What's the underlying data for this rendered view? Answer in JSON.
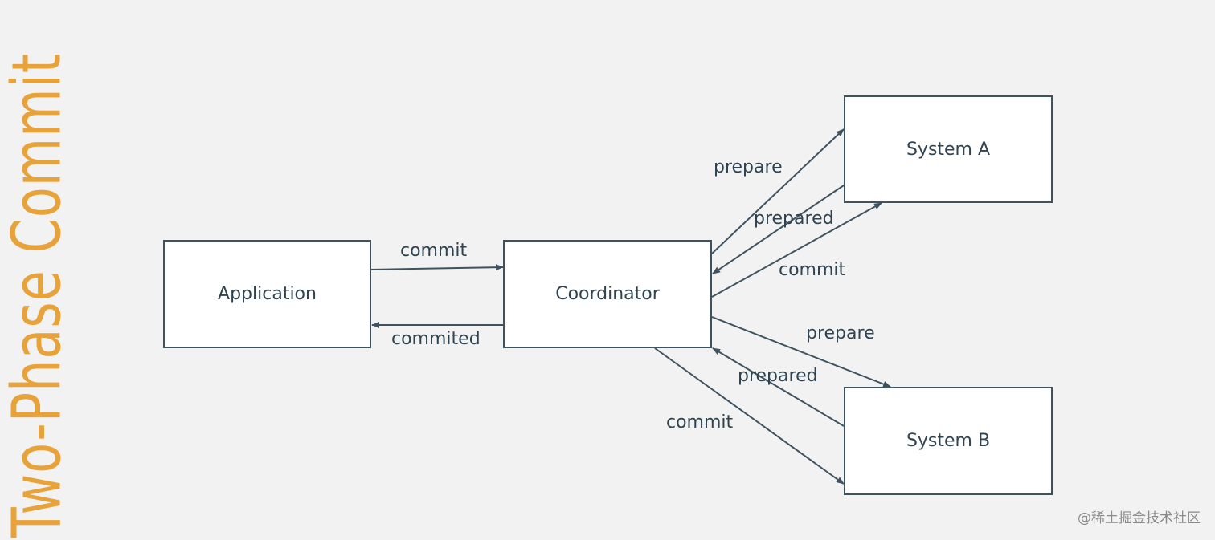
{
  "title": "Two-Phase Commit",
  "nodes": {
    "application": "Application",
    "coordinator": "Coordinator",
    "system_a": "System A",
    "system_b": "System B"
  },
  "edges": {
    "app_to_coordinator": "commit",
    "coordinator_to_app": "commited",
    "coordinator_to_a_prepare": "prepare",
    "a_to_coordinator_prepared": "prepared",
    "coordinator_to_a_commit": "commit",
    "coordinator_to_b_prepare": "prepare",
    "b_to_coordinator_prepared": "prepared",
    "coordinator_to_b_commit": "commit"
  },
  "watermark": "@稀土掘金技术社区",
  "colors": {
    "background": "#f2f2f2",
    "title": "#e8a23a",
    "stroke": "#3e5360",
    "text": "#2f4350"
  }
}
